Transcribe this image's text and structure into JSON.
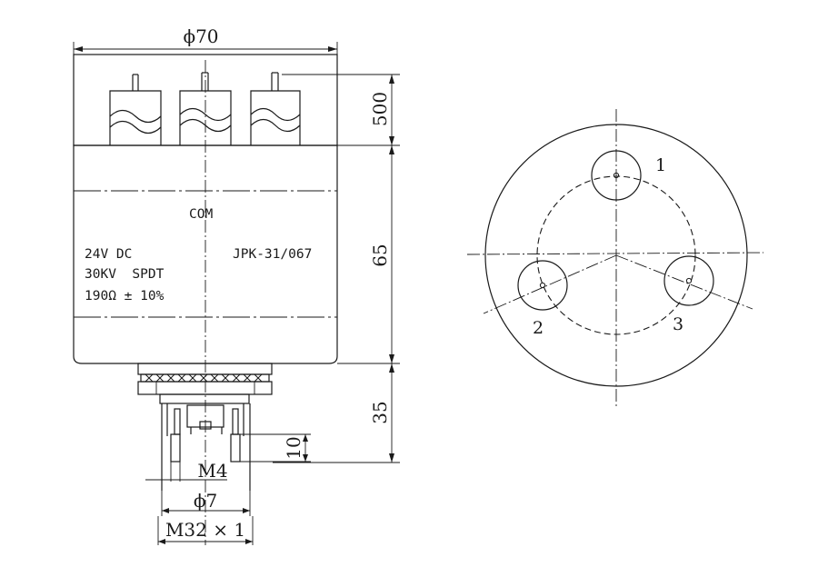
{
  "side_view": {
    "dims": {
      "width": "ϕ70",
      "top": "500",
      "middle": "65",
      "bottom": "35",
      "pin_height": "10",
      "thread": "M4",
      "pin_dia": "ϕ7",
      "base_thread": "M32 × 1"
    },
    "labels": {
      "com": "COM",
      "voltage": "24V DC",
      "rating": "30KV  SPDT",
      "resistance": "190Ω ± 10%",
      "model": "JPK-31/067"
    }
  },
  "end_view": {
    "pins": [
      "1",
      "2",
      "3"
    ]
  }
}
